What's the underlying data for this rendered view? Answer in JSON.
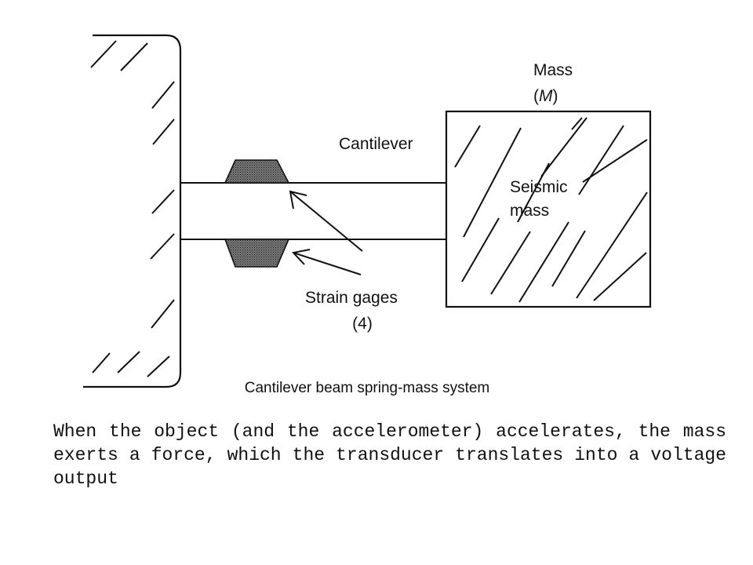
{
  "diagram": {
    "labels": {
      "mass_line1": "Mass",
      "mass_open": "(",
      "mass_symbol": "M",
      "mass_close": ")",
      "cantilever": "Cantilever",
      "seismic_line1": "Seismic",
      "seismic_line2": "mass",
      "strain_line1": "Strain gages",
      "strain_line2": "(4)"
    },
    "caption": "Cantilever beam spring-mass system"
  },
  "description": "When the object (and the accelerometer) accelerates, the mass exerts a force, which the transducer translates into a voltage output"
}
